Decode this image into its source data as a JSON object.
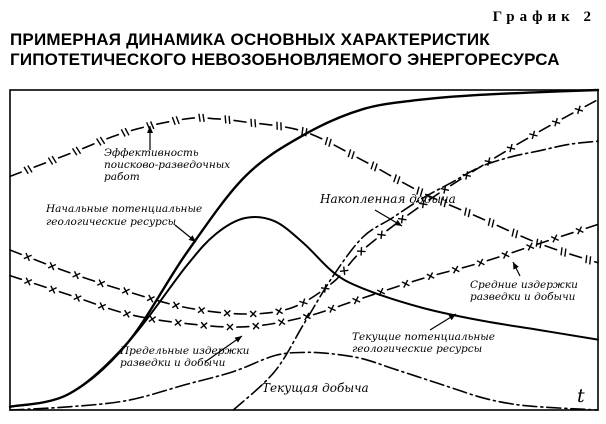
{
  "figure": {
    "number_label": "График 2",
    "title_line1": "ПРИМЕРНАЯ ДИНАМИКА ОСНОВНЫХ ХАРАКТЕРИСТИК",
    "title_line2": "ГИПОТЕТИЧЕСКОГО НЕВОЗОБНОВЛЯЕМОГО ЭНЕРГОРЕСУРСА"
  },
  "chart_data": {
    "type": "line",
    "title": "ПРИМЕРНАЯ ДИНАМИКА ОСНОВНЫХ ХАРАКТЕРИСТИК ГИПОТЕТИЧЕСКОГО НЕВОЗОБНОВЛЯЕМОГО ЭНЕРГОРЕСУРСА",
    "xlabel": "t",
    "ylabel": "",
    "xlim": [
      0,
      100
    ],
    "ylim": [
      0,
      100
    ],
    "grid": false,
    "ticks": false,
    "series": [
      {
        "name": "Начальные потенциальные геологические ресурсы",
        "style": "solid-bold",
        "label_lines": [
          "Начальные потенциальные",
          "геологические ресурсы"
        ],
        "x": [
          0,
          10,
          20,
          30,
          40,
          50,
          60,
          70,
          80,
          90,
          100
        ],
        "y": [
          1,
          5,
          21,
          49,
          73,
          86,
          94,
          97,
          98.5,
          99.3,
          100
        ]
      },
      {
        "name": "Текущие потенциальные геологические ресурсы",
        "style": "solid",
        "label_lines": [
          "Текущие потенциальные",
          "геологические ресурсы"
        ],
        "x": [
          0,
          10,
          20,
          30,
          35,
          40,
          45,
          50,
          55,
          60,
          70,
          80,
          90,
          100
        ],
        "y": [
          1,
          5,
          21,
          45,
          55,
          60,
          59,
          52,
          43,
          38,
          32,
          28,
          25,
          22
        ]
      },
      {
        "name": "Накопленная добыча",
        "style": "dash-dot",
        "label_lines": [
          "Накопленная добыча"
        ],
        "x": [
          38,
          45,
          50,
          55,
          60,
          65,
          70,
          75,
          80,
          85,
          90,
          95,
          100
        ],
        "y": [
          0,
          12,
          27,
          42,
          54,
          60,
          66,
          71,
          76,
          79,
          81,
          83,
          84
        ]
      },
      {
        "name": "Текущая добыча",
        "style": "dash-dot",
        "label_lines": [
          "Текущая добыча"
        ],
        "x": [
          0,
          10,
          20,
          30,
          38,
          45,
          50,
          55,
          60,
          65,
          70,
          75,
          80,
          85,
          90,
          100
        ],
        "y": [
          0,
          1,
          3,
          8,
          12,
          17,
          18,
          17.5,
          16,
          13,
          10,
          7,
          4,
          2,
          1,
          0
        ]
      },
      {
        "name": "Эффективность поисково-разведочных работ",
        "style": "dash-double-tick",
        "label_lines": [
          "Эффективность",
          "поисково-разведочных",
          "работ"
        ],
        "x": [
          0,
          10,
          20,
          30,
          35,
          40,
          50,
          60,
          70,
          80,
          90,
          100
        ],
        "y": [
          73,
          80,
          87,
          91,
          91,
          90,
          87,
          78,
          68,
          60,
          52,
          46
        ]
      },
      {
        "name": "Предельные издержки разведки и добычи",
        "style": "dash-cross",
        "label_lines": [
          "Предельные издержки",
          "разведки и добычи"
        ],
        "x": [
          0,
          10,
          20,
          30,
          40,
          48,
          55,
          60,
          70,
          80,
          90,
          100
        ],
        "y": [
          50,
          43,
          37,
          32,
          30,
          32,
          40,
          50,
          64,
          76,
          87,
          97
        ]
      },
      {
        "name": "Средние издержки разведки и добычи",
        "style": "dash-cross",
        "label_lines": [
          "Средние издержки",
          "разведки и добычи"
        ],
        "x": [
          0,
          10,
          20,
          30,
          40,
          50,
          60,
          70,
          80,
          90,
          100
        ],
        "y": [
          42,
          36,
          30,
          27,
          26,
          29,
          35,
          41,
          46,
          52,
          58
        ]
      }
    ],
    "annotations": {
      "efficiency": [
        "Эффективность",
        "поисково-разведочных",
        "работ"
      ],
      "initial_resources": [
        "Начальные потенциальные",
        "геологические ресурсы"
      ],
      "accumulated": [
        "Накопленная добыча"
      ],
      "average_costs": [
        "Средние издержки",
        "разведки и добычи"
      ],
      "current_resources": [
        "Текущие потенциальные",
        "геологические ресурсы"
      ],
      "marginal_costs": [
        "Предельные издержки",
        "разведки и добычи"
      ],
      "current_output": [
        "Текущая добыча"
      ],
      "x_axis": "t"
    }
  }
}
